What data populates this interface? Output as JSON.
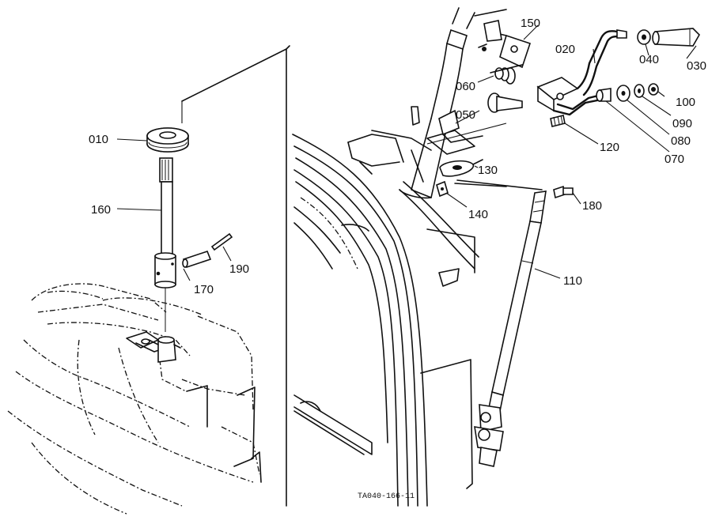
{
  "parts": {
    "p010": "010",
    "p020": "020",
    "p030": "030",
    "p040": "040",
    "p050": "050",
    "p060": "060",
    "p070": "070",
    "p080": "080",
    "p090": "090",
    "p100": "100",
    "p110": "110",
    "p120": "120",
    "p130": "130",
    "p140": "140",
    "p150": "150",
    "p160": "160",
    "p170": "170",
    "p180": "180",
    "p190": "190"
  },
  "drawing_code": "TA040-166-11"
}
